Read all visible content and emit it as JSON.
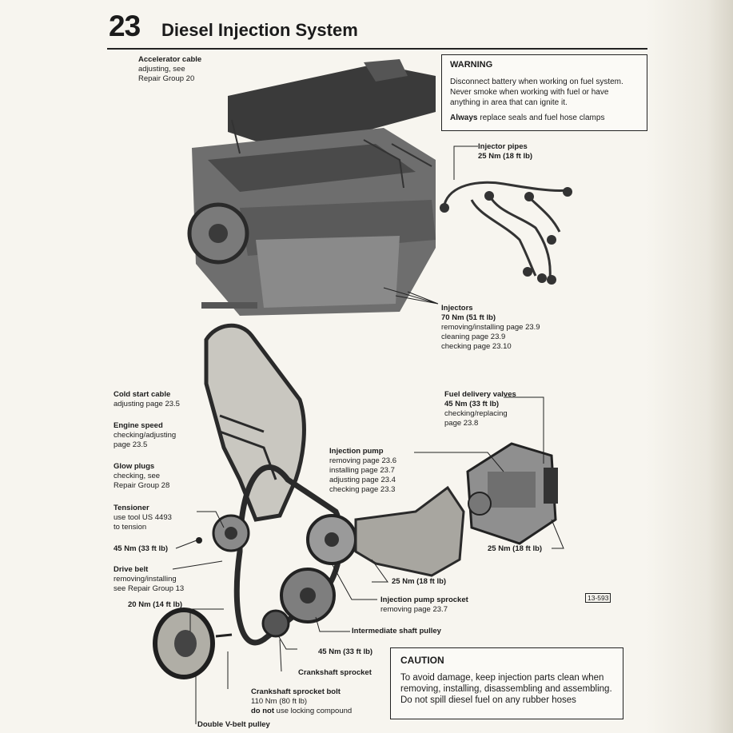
{
  "header": {
    "chapter": "23",
    "title": "Diesel Injection System"
  },
  "labels": {
    "accel": {
      "title": "Accelerator cable",
      "l1": "adjusting, see",
      "l2": "Repair Group 20"
    },
    "pipes": {
      "title": "Injector pipes",
      "torque": "25 Nm (18 ft lb)"
    },
    "injectors": {
      "title": "Injectors",
      "torque": "70 Nm (51 ft lb)",
      "l1": "removing/installing page 23.9",
      "l2": "cleaning page 23.9",
      "l3": "checking page 23.10"
    },
    "coldstart": {
      "title": "Cold start cable",
      "l1": "adjusting page 23.5"
    },
    "enginespeed": {
      "title": "Engine speed",
      "l1": "checking/adjusting",
      "l2": "page 23.5"
    },
    "glow": {
      "title": "Glow plugs",
      "l1": "checking, see",
      "l2": "Repair Group 28"
    },
    "tensioner": {
      "title": "Tensioner",
      "l1": "use tool US 4493",
      "l2": "to tension"
    },
    "t45a": {
      "title": "45 Nm (33 ft lb)"
    },
    "drivebelt": {
      "title": "Drive belt",
      "l1": "removing/installing",
      "l2": "see Repair Group 13"
    },
    "t20": {
      "title": "20 Nm (14 ft lb)"
    },
    "fdv": {
      "title": "Fuel delivery valves",
      "torque": "45 Nm (33 ft lb)",
      "l1": "checking/replacing",
      "l2": "page 23.8"
    },
    "pump": {
      "title": "Injection pump",
      "l1": "removing page 23.6",
      "l2": "installing page 23.7",
      "l3": "adjusting page 23.4",
      "l4": "checking page 23.3"
    },
    "t25r": {
      "title": "25 Nm (18 ft lb)"
    },
    "t25b": {
      "title": "25 Nm (18 ft lb)"
    },
    "sprocket": {
      "title": "Injection pump sprocket",
      "l1": "removing page 23.7"
    },
    "intshaft": {
      "title": "Intermediate shaft pulley"
    },
    "t45b": {
      "title": "45 Nm (33 ft lb)"
    },
    "crank": {
      "title": "Crankshaft sprocket"
    },
    "crankbolt": {
      "title": "Crankshaft sprocket bolt",
      "l1": "110 Nm (80 ft lb)",
      "l2a": "do not",
      "l2b": " use locking compound"
    },
    "vbelt": {
      "title": "Double V-belt pulley"
    }
  },
  "warning": {
    "heading": "WARNING",
    "text": "Disconnect battery when working on fuel system. Never smoke when working with fuel or have anything in area that can ignite it.",
    "always_bold": "Always",
    "always_rest": " replace seals and fuel hose clamps"
  },
  "caution": {
    "heading": "CAUTION",
    "text": "To avoid damage, keep injection parts clean when removing, installing, disassembling and assembling. Do not spill diesel fuel on any rubber hoses"
  },
  "figure_ref": "13-593"
}
